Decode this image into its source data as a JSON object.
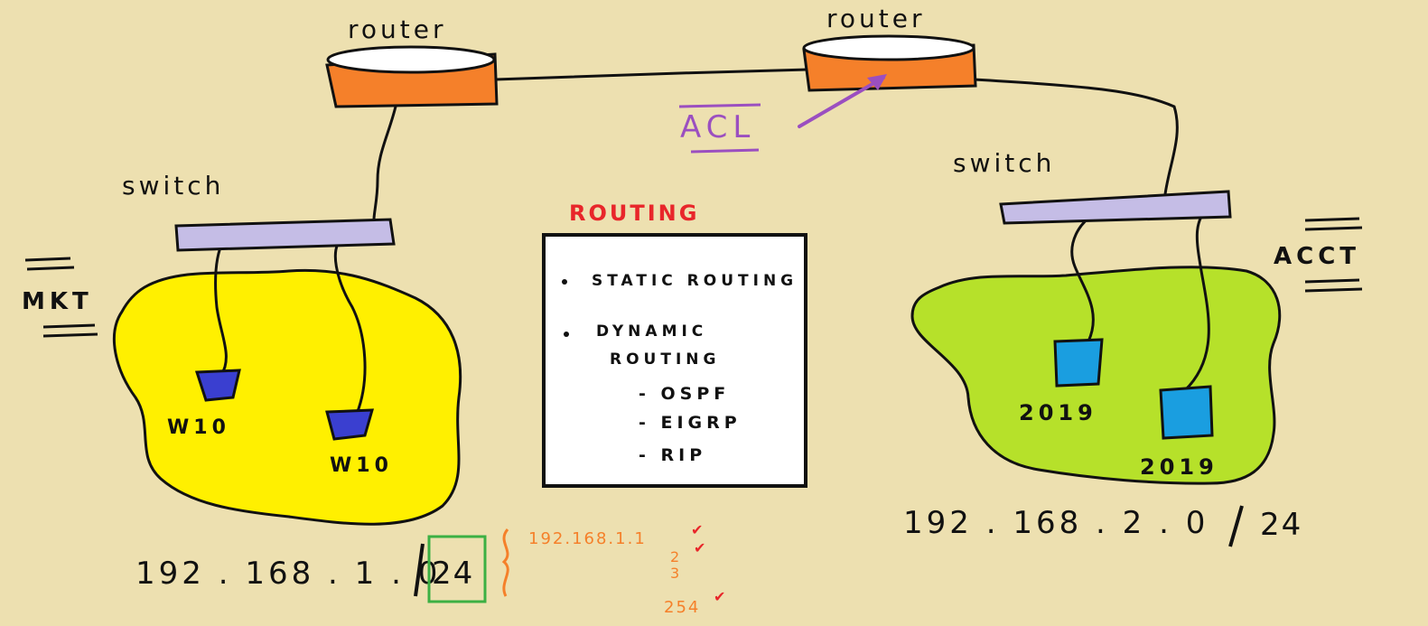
{
  "colors": {
    "background": "#ede0b0",
    "router_fill": "#f5802a",
    "switch_fill": "#c5bde6",
    "mkt_zone": "#fff000",
    "acct_zone": "#b6e12a",
    "w10_device": "#3a3fd0",
    "server_device": "#1a9ee0",
    "routing_title": "#e8262a",
    "acl": "#9b4fc0",
    "subnet_box": "#3cb043",
    "host_list": "#f5802a",
    "checkmark": "#e8262a"
  },
  "routers": {
    "left_label": "router",
    "right_label": "router"
  },
  "switches": {
    "left_label": "switch",
    "right_label": "switch"
  },
  "zones": {
    "mkt_label": "MKT",
    "acct_label": "ACCT"
  },
  "devices": {
    "mkt_1": "W10",
    "mkt_2": "W10",
    "acct_1": "2019",
    "acct_2": "2019"
  },
  "acl": {
    "label": "ACL"
  },
  "routing": {
    "title": "ROUTING",
    "static": "STATIC ROUTING",
    "dynamic_1": "DYNAMIC",
    "dynamic_2": "ROUTING",
    "protocols": [
      "- OSPF",
      "- EIGRP",
      "- RIP"
    ]
  },
  "subnets": {
    "left_network": "192 . 168 . 1 . 0",
    "left_mask": "24",
    "right_network": "192 . 168 . 2 . 0",
    "right_mask": "24"
  },
  "hosts": {
    "first": "192.168.1.1",
    "second": "2",
    "third": "3",
    "last": "254",
    "check": "✔"
  }
}
